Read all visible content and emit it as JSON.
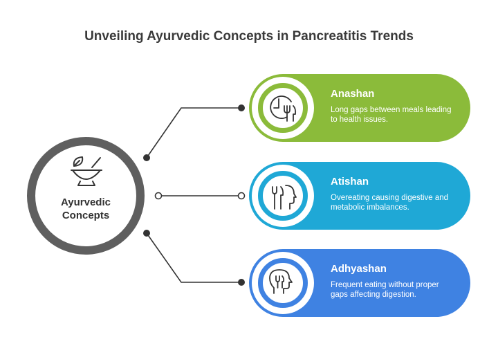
{
  "title": "Unveiling Ayurvedic Concepts in Pancreatitis Trends",
  "hub": {
    "label": "Ayurvedic Concepts",
    "icon": "mortar-pestle-icon"
  },
  "items": [
    {
      "title": "Anashan",
      "description": "Long gaps between meals leading to health issues.",
      "color": "#8bbb3a",
      "icon": "clock-utensils-icon"
    },
    {
      "title": "Atishan",
      "description": "Overeating causing digestive and metabolic imbalances.",
      "color": "#1fa8d6",
      "icon": "utensils-face-icon"
    },
    {
      "title": "Adhyashan",
      "description": "Frequent eating without proper gaps affecting digestion.",
      "color": "#3f82e2",
      "icon": "head-utensils-icon"
    }
  ],
  "colors": {
    "hub_ring": "#5f5f5f",
    "connector": "#333333"
  }
}
